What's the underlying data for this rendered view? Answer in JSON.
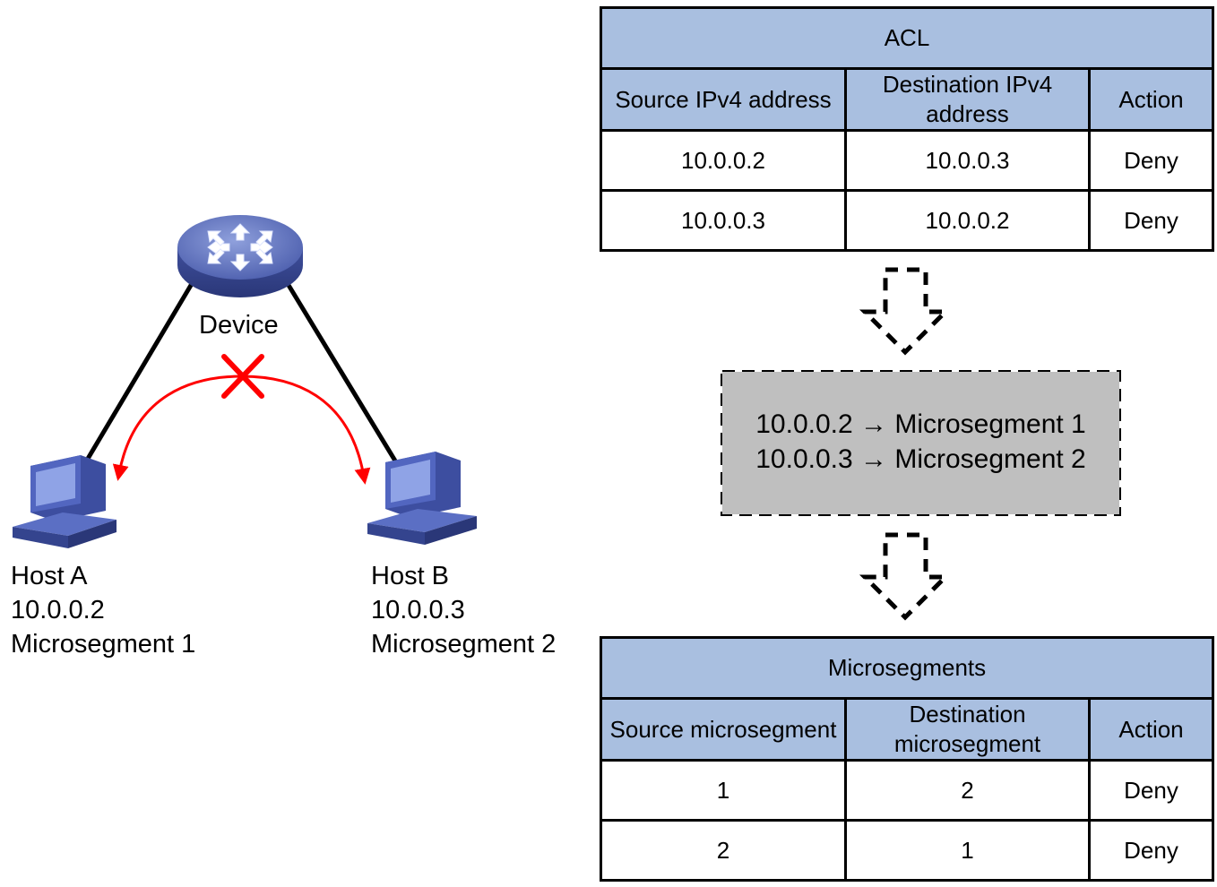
{
  "topology": {
    "device_label": "Device",
    "host_a": {
      "name": "Host A",
      "ip": "10.0.0.2",
      "segment": "Microsegment 1"
    },
    "host_b": {
      "name": "Host B",
      "ip": "10.0.0.3",
      "segment": "Microsegment 2"
    },
    "blocked_color": "#ff0000",
    "device_color": "#5b6fb8",
    "host_color": "#4a5db0"
  },
  "acl": {
    "title": "ACL",
    "headers": [
      "Source IPv4 address",
      "Destination IPv4 address",
      "Action"
    ],
    "rows": [
      [
        "10.0.0.2",
        "10.0.0.3",
        "Deny"
      ],
      [
        "10.0.0.3",
        "10.0.0.2",
        "Deny"
      ]
    ]
  },
  "mapping": {
    "lines": [
      "10.0.0.2 → Microsegment 1",
      "10.0.0.3 → Microsegment 2"
    ]
  },
  "microsegments": {
    "title": "Microsegments",
    "headers": [
      "Source microsegment",
      "Destination microsegment",
      "Action"
    ],
    "rows": [
      [
        "1",
        "2",
        "Deny"
      ],
      [
        "2",
        "1",
        "Deny"
      ]
    ]
  },
  "colors": {
    "table_header": "#a9bfe0",
    "mapping_box": "#bfbfbf"
  }
}
